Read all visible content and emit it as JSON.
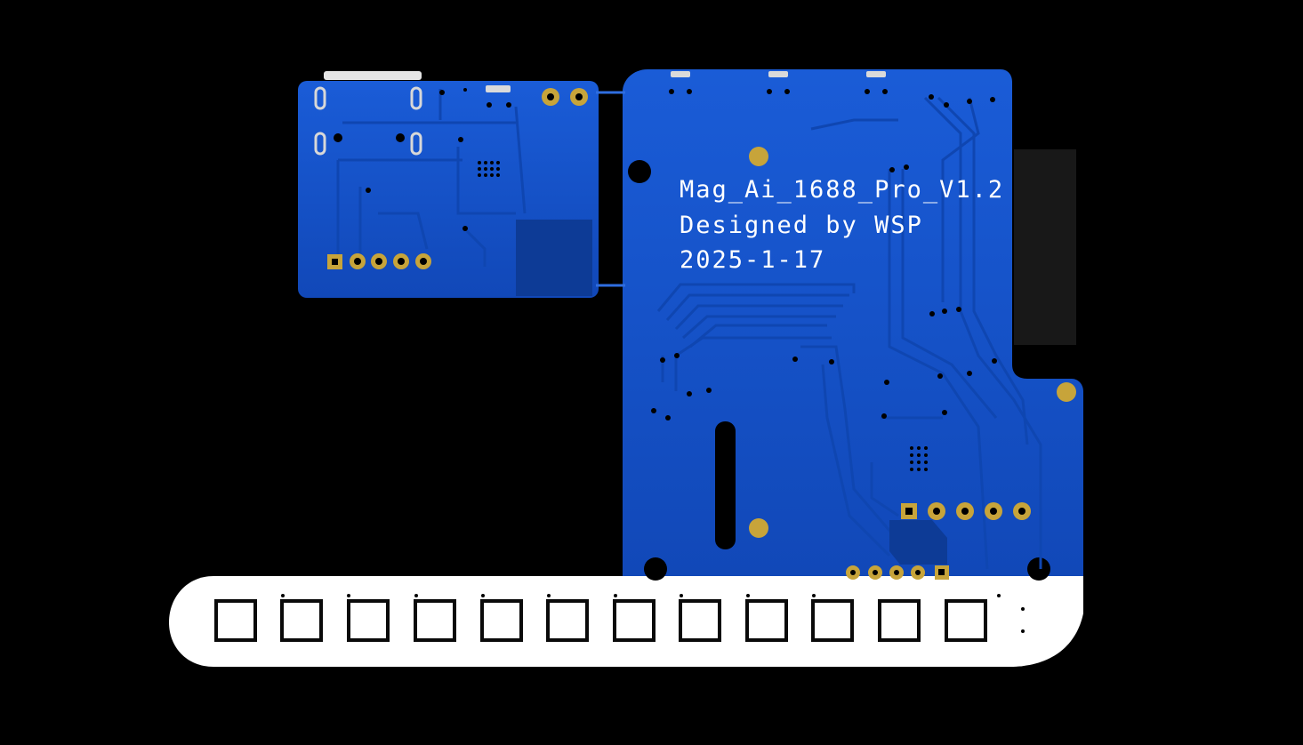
{
  "board": {
    "silkscreen": {
      "line1": "Mag_Ai_1688_Pro_V1.2",
      "line2": "Designed by WSP",
      "line3": "2025-1-17"
    }
  },
  "colors": {
    "background": "#000000",
    "pcb_blue": "#1553c9",
    "trace_blue": "#0f46b1",
    "copper_pad": "#c7a43a",
    "silkscreen": "#ffffff",
    "dark_component": "#181818"
  },
  "components": {
    "header_pin_count_left": 5,
    "header_pin_count_right": 5,
    "header_pin_count_bottom": 5,
    "led_count": 12
  }
}
